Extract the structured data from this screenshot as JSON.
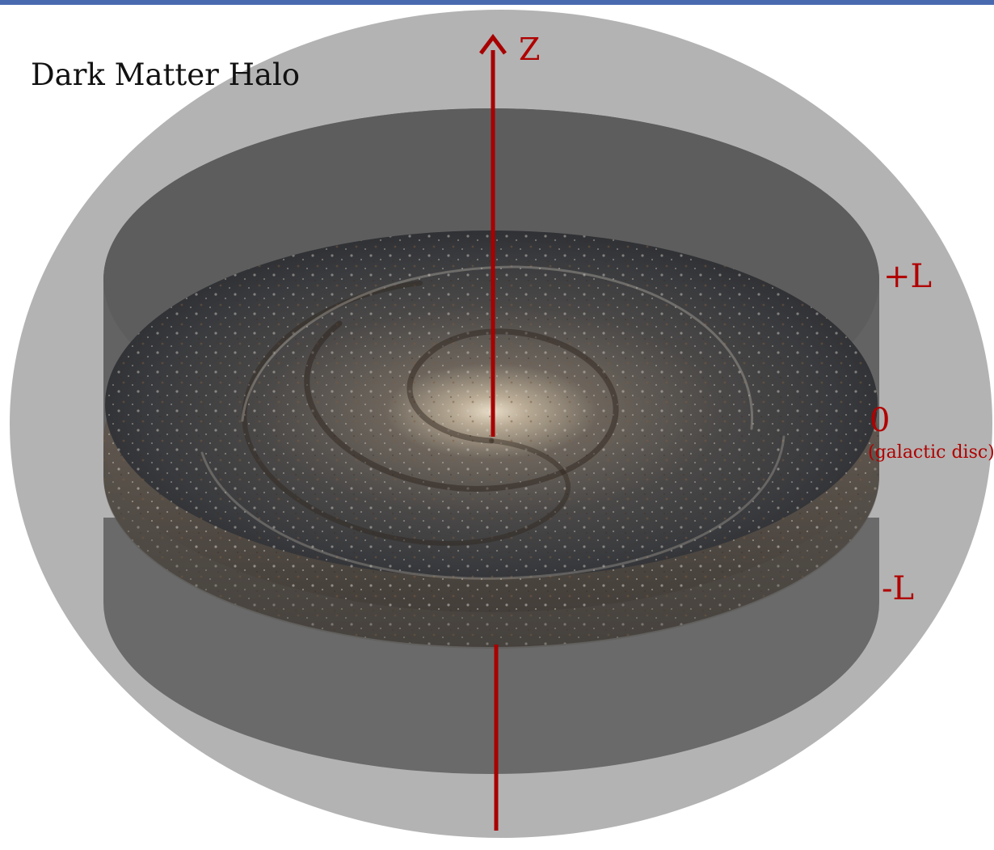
{
  "title": "Dark Matter Halo",
  "axis": {
    "label": "Z"
  },
  "levels": {
    "plus": "+L",
    "zero": "0",
    "zero_caption": "(galactic disc)",
    "minus": "-L"
  },
  "colors": {
    "halo": "#b3b3b3",
    "slab": "#6a6a6a",
    "slab_top": "#5f5f5f",
    "axis": "#a80000",
    "labels": "#b00000",
    "top_bar": "#4a6ab0"
  },
  "icons": {
    "axis_arrow": "arrow-up-icon"
  }
}
